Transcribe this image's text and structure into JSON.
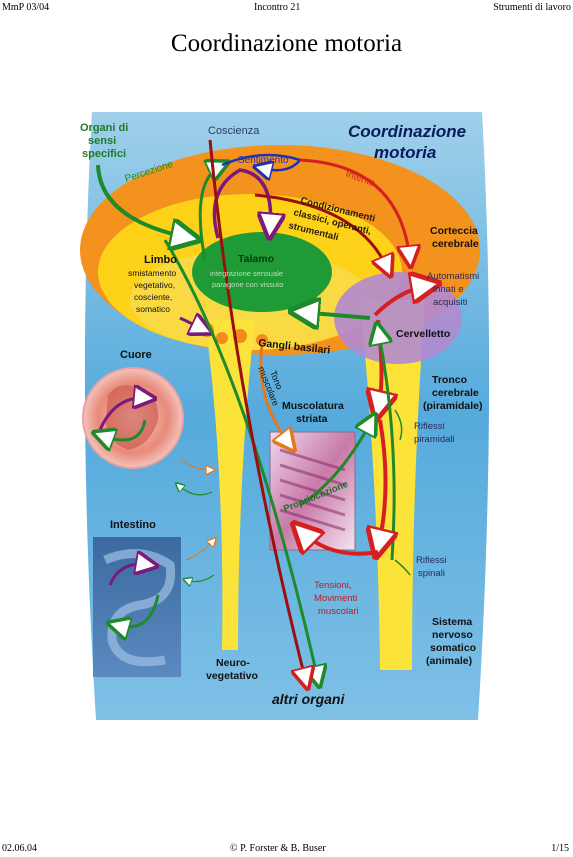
{
  "header": {
    "left": "MmP 03/04",
    "center": "Incontro 21",
    "right": "Strumenti di lavoro"
  },
  "page_title": "Coordinazione motoria",
  "figure": {
    "title_line1": "Coordinazione",
    "title_line2": "motoria",
    "organi_di_sensi": [
      "Organi di",
      "sensi",
      "specifici"
    ],
    "coscienza": "Coscienza",
    "percezione": "Percezione",
    "sentimento": "Sentimento",
    "intento": "Intento",
    "condizionamenti": [
      "Condizionamenti",
      "classici, operanti,",
      "strumentali"
    ],
    "corteccia": [
      "Corteccia",
      "cerebrale"
    ],
    "limbo": "Limbo",
    "limbo_desc": [
      "smistamento",
      "vegetativo,",
      "cosciente,",
      "somatico"
    ],
    "talamo": "Talamo",
    "talamo_desc": [
      "integrazione sensuale",
      "paragone con vissuto"
    ],
    "automatismi": [
      "Automatismi",
      "innati e",
      "acquisiti"
    ],
    "cervelletto": "Cervelletto",
    "gangli": "Gangli basilari",
    "tono": [
      "Tono",
      "muscolare"
    ],
    "cuore": "Cuore",
    "tronco": [
      "Tronco",
      "cerebrale",
      "(piramidale)"
    ],
    "muscolatura": [
      "Muscolatura",
      "striata"
    ],
    "riflessi_piramidali": [
      "Riflessi",
      "piramidali"
    ],
    "propriocezione": "Propriocezione",
    "intestino": "Intestino",
    "riflessi_spinali": [
      "Riflessi",
      "spinali"
    ],
    "tensioni": [
      "Tensioni,",
      "Movimenti",
      "muscolari"
    ],
    "sistema": [
      "Sistema",
      "nervoso",
      "somatico",
      "(animale)"
    ],
    "neuro": [
      "Neuro-",
      "vegetativo"
    ],
    "altri_organi": "altri organi"
  },
  "footer": {
    "left": "02.06.04",
    "center": "© P. Forster & B. Buser",
    "right": "1/15"
  }
}
